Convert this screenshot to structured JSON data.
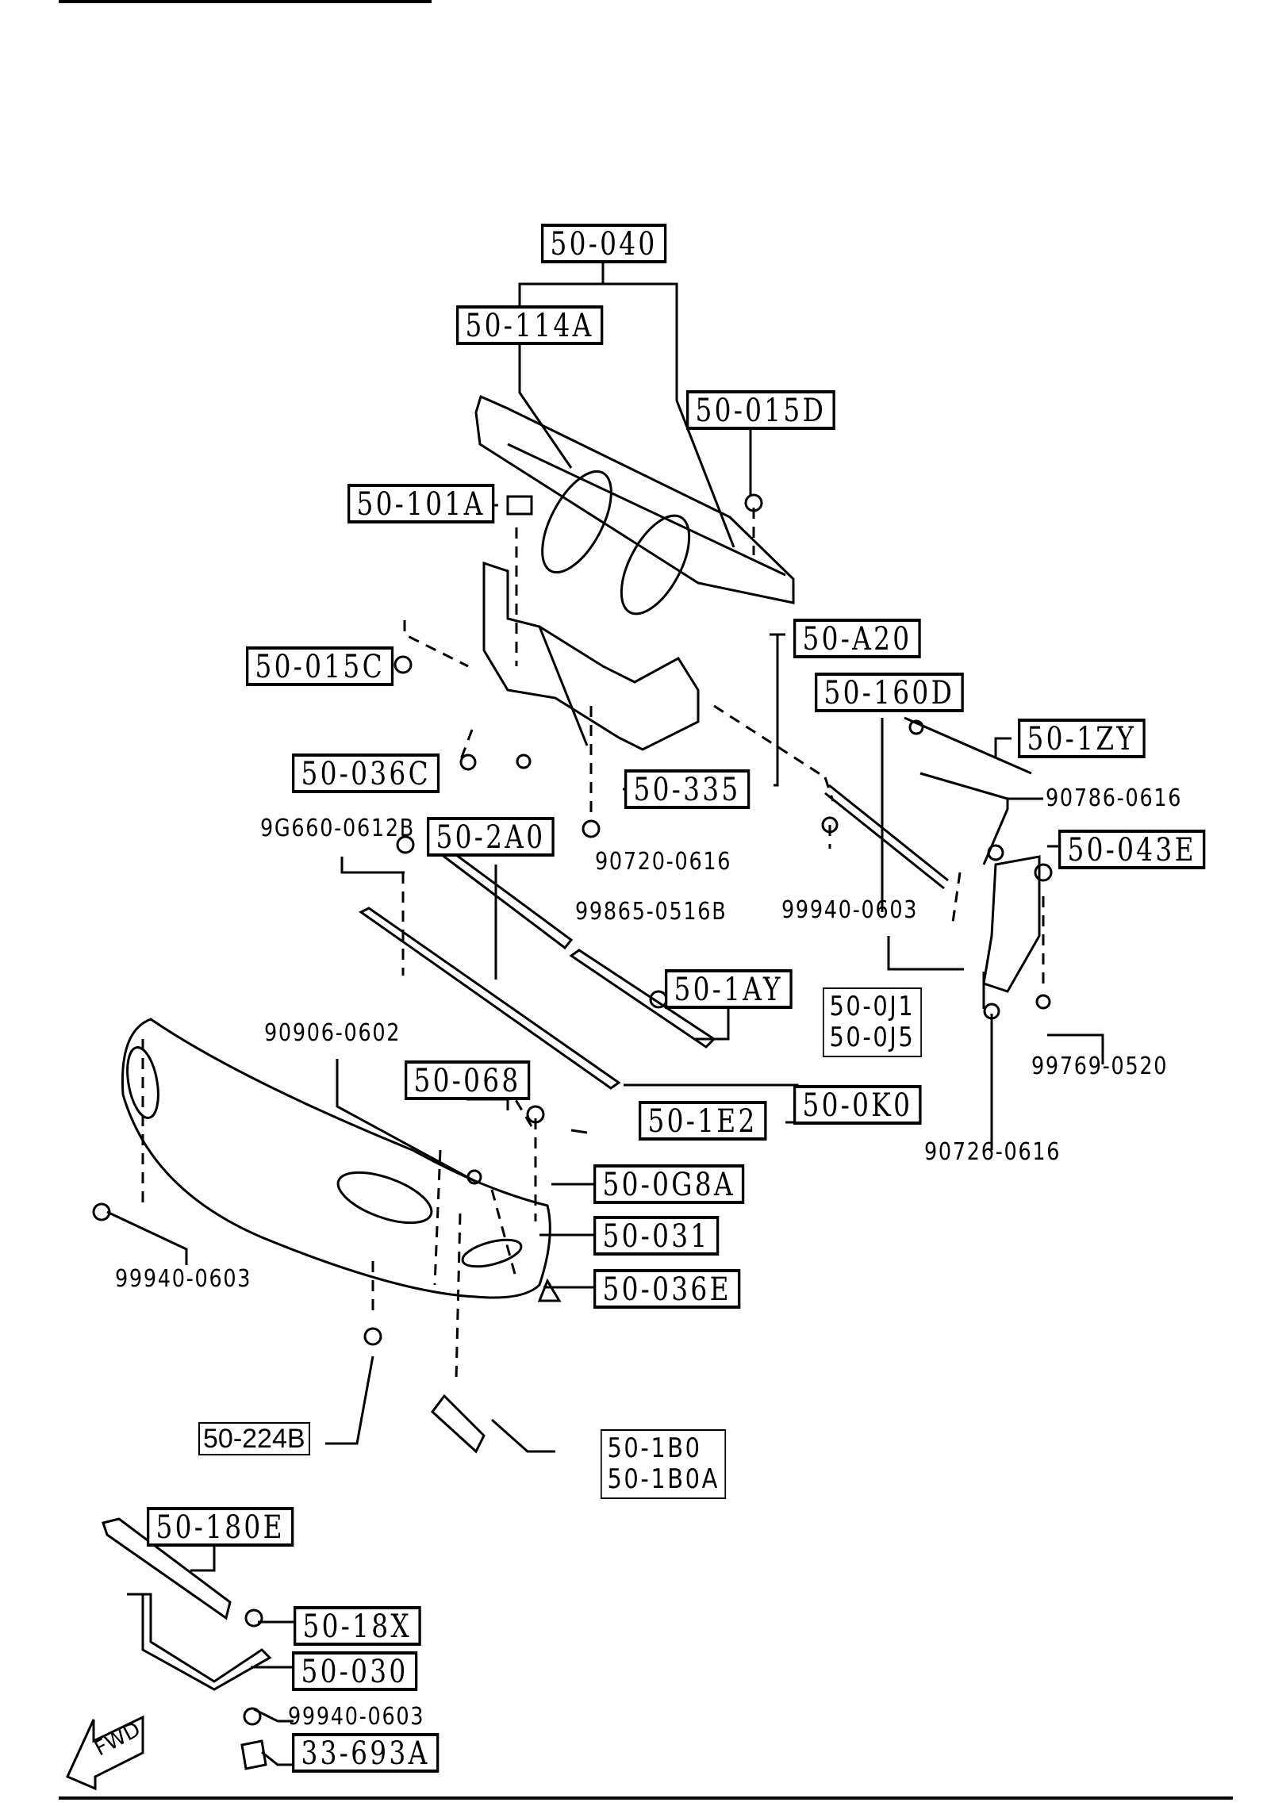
{
  "diagram": {
    "title": "Front Bumper Parts Diagram",
    "direction_indicator": "FWD",
    "callouts_boxed": [
      {
        "id": "50-040"
      },
      {
        "id": "50-114A"
      },
      {
        "id": "50-015D"
      },
      {
        "id": "50-101A"
      },
      {
        "id": "50-A20"
      },
      {
        "id": "50-015C"
      },
      {
        "id": "50-160D"
      },
      {
        "id": "50-1ZY"
      },
      {
        "id": "50-036C"
      },
      {
        "id": "50-335"
      },
      {
        "id": "50-043E"
      },
      {
        "id": "50-2A0"
      },
      {
        "id": "50-1AY"
      },
      {
        "id": "50-068"
      },
      {
        "id": "50-1E2"
      },
      {
        "id": "50-0K0"
      },
      {
        "id": "50-0G8A"
      },
      {
        "id": "50-031"
      },
      {
        "id": "50-036E"
      },
      {
        "id": "50-180E"
      },
      {
        "id": "50-18X"
      },
      {
        "id": "50-030"
      },
      {
        "id": "33-693A"
      }
    ],
    "callouts_thin_box": [
      {
        "lines": [
          "50-0J1",
          "50-0J5"
        ]
      },
      {
        "lines": [
          "50-1B0",
          "50-1B0A"
        ]
      },
      {
        "lines": [
          "50-224B"
        ]
      }
    ],
    "callouts_plain": [
      {
        "id": "90786-0616"
      },
      {
        "id": "9G660-0612B"
      },
      {
        "id": "90720-0616"
      },
      {
        "id": "99865-0516B"
      },
      {
        "id": "99940-0603"
      },
      {
        "id": "90906-0602"
      },
      {
        "id": "99769-0520"
      },
      {
        "id": "90726-0616"
      },
      {
        "id": "99940-0603"
      },
      {
        "id": "99940-0603"
      }
    ]
  }
}
